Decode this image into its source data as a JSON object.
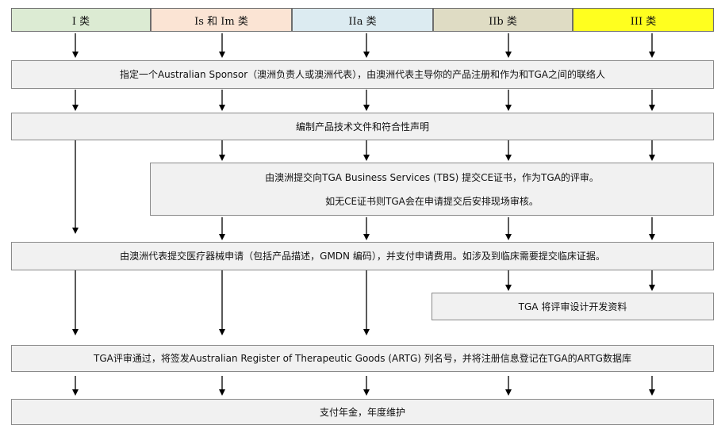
{
  "headers": [
    {
      "label": "I 类",
      "color": "#dcebd3"
    },
    {
      "label": "Is 和 Im 类",
      "color": "#fbe4d4"
    },
    {
      "label": "IIa 类",
      "color": "#dcebf1"
    },
    {
      "label": "IIb 类",
      "color": "#dfdcc4"
    },
    {
      "label": "III 类",
      "color": "#ffff1f"
    }
  ],
  "steps": {
    "sponsor": {
      "lines": [
        "指定一个Australian Sponsor（澳洲负责人或澳洲代表），由澳洲代表主导你的产品注册和作为和TGA之间的联络人"
      ]
    },
    "techfile": {
      "lines": [
        "编制产品技术文件和符合性声明"
      ]
    },
    "tbs": {
      "lines": [
        "由澳洲提交向TGA Business Services (TBS) 提交CE证书，作为TGA的评审。",
        "如无CE证书则TGA会在申请提交后安排现场审核。"
      ]
    },
    "application": {
      "lines": [
        "由澳洲代表提交医疗器械申请（包括产品描述，GMDN 编码），并支付申请费用。如涉及到临床需要提交临床证据。"
      ]
    },
    "design_review": {
      "lines": [
        "TGA 将评审设计开发资料"
      ]
    },
    "artg": {
      "lines": [
        "TGA评审通过，将签发Australian Register of Therapeutic Goods (ARTG) 列名号，并将注册信息登记在TGA的ARTG数据库"
      ]
    },
    "annual": {
      "lines": [
        "支付年金，年度维护"
      ]
    }
  }
}
